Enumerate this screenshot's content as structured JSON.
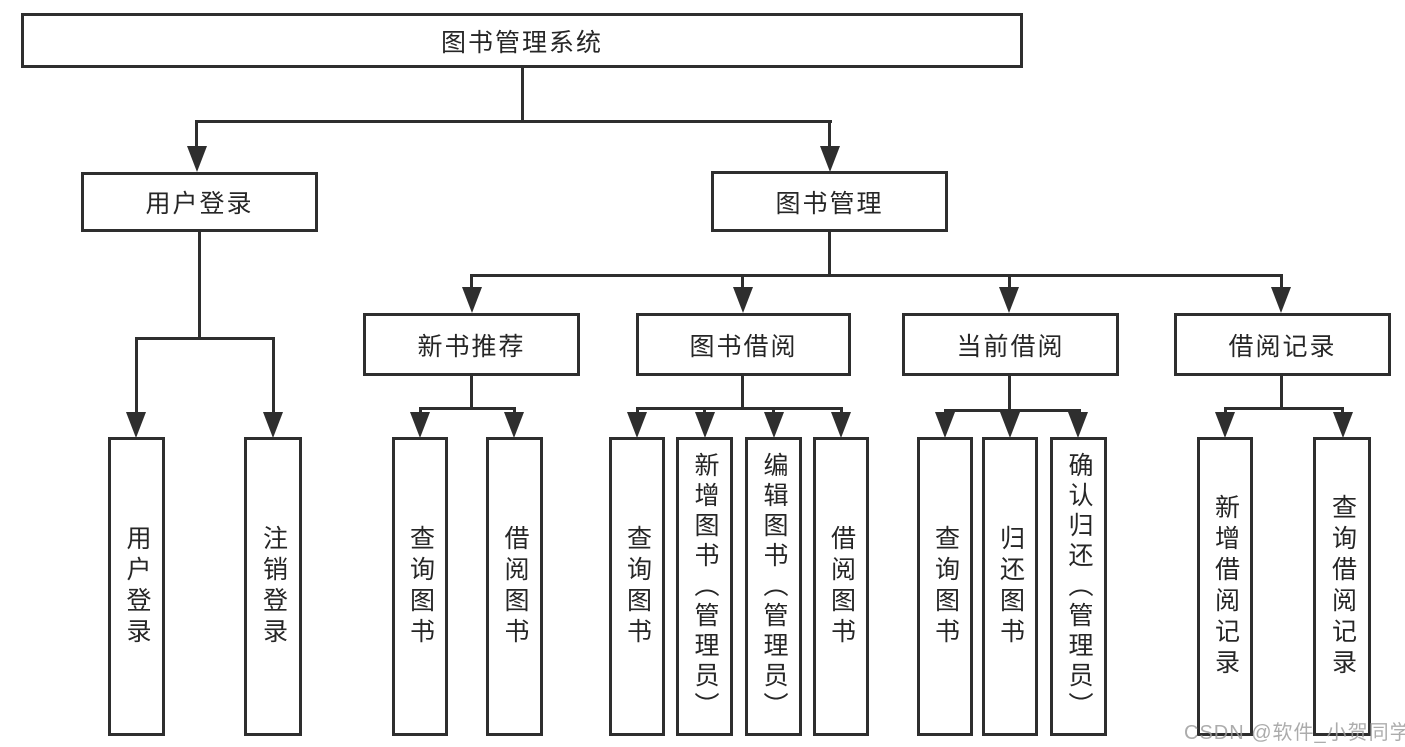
{
  "diagram_type": "hierarchy-tree",
  "colors": {
    "line": "#2e2e2e",
    "text": "#262626",
    "background": "#ffffff",
    "watermark": "#9e9e9e"
  },
  "nodes": {
    "root": "图书管理系统",
    "user_login": "用户登录",
    "book_mgmt": "图书管理",
    "new_book_rec": "新书推荐",
    "book_borrow": "图书借阅",
    "current_borrow": "当前借阅",
    "borrow_record": "借阅记录",
    "leaf_user_login": "用户登录",
    "leaf_logout": "注销登录",
    "leaf_query_book_rec": "查询图书",
    "leaf_borrow_book_rec": "借阅图书",
    "leaf_query_book_borrow": "查询图书",
    "leaf_add_book": "新增图书（管理员）",
    "leaf_edit_book": "编辑图书（管理员）",
    "leaf_borrow_book": "借阅图书",
    "leaf_query_book_current": "查询图书",
    "leaf_return_book": "归还图书",
    "leaf_confirm_return": "确认归还（管理员）",
    "leaf_add_borrow_record": "新增借阅记录",
    "leaf_query_borrow_record": "查询借阅记录"
  },
  "watermark": {
    "text": "CSDN @软件_小贺同学"
  }
}
